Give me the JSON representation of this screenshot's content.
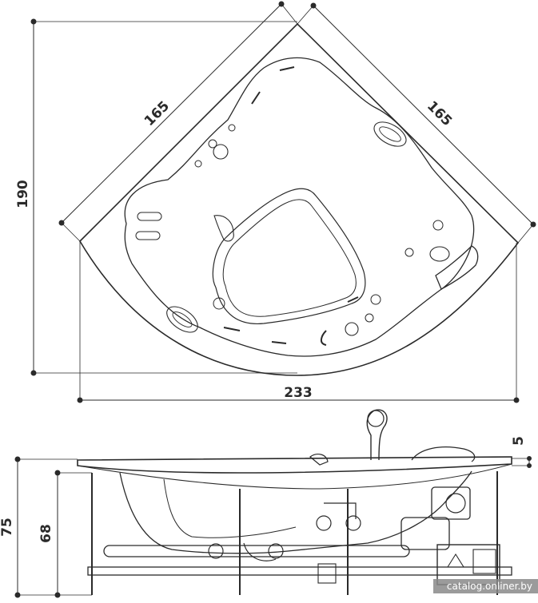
{
  "top_view": {
    "dim_left_edge": "165",
    "dim_right_edge": "165",
    "dim_height": "190",
    "dim_width": "233"
  },
  "side_view": {
    "dim_total_height": "75",
    "dim_frame_height": "68",
    "dim_rim": "5"
  },
  "watermark": "catalog.onliner.by",
  "colors": {
    "line": "#2a2a2a",
    "watermark_bg": "#8a8a8a"
  }
}
